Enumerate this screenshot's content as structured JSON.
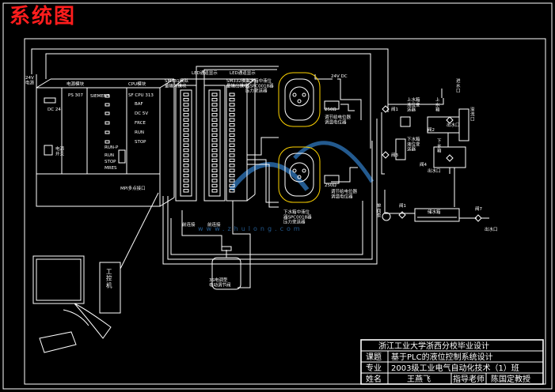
{
  "title": "系统图",
  "labels": {
    "power_24v": "24V\n电源",
    "power_module": "电源模块",
    "ps307": "PS 307",
    "dc24": "DC 24",
    "siemens": "SIEMENS",
    "cpu_module": "CPU模块",
    "cpu313": "SF CPU 313",
    "baf": "BAF",
    "dc5v": "DC 5V",
    "frce": "FRCE",
    "run": "RUN",
    "stop": "STOP",
    "runp": "RUN-P",
    "run2": "RUN",
    "stop2": "STOP",
    "mres": "MRES",
    "power_switch": "电源\n开关",
    "mpi": "MPI多点接口",
    "sm331": "SM331模拟\n量输入模块",
    "led_a": "LED通道显示",
    "led_b": "LED通道显示",
    "sm332": "SM332模拟\n量输出模块",
    "bus1": "前连接",
    "bus2": "前连接",
    "dc24v": "24V DC",
    "upper_sensor": "上水箱中液位\n器SPC0018器\n压力变送器",
    "lower_sensor": "下水箱中液位\n器SPC0018器\n压力变送器",
    "upper_meter": "调节给电位器\n调温电位器",
    "lower_meter": "调节给电位器\n调温电位器",
    "r250a": "250Ω",
    "r250b": "250Ω",
    "valve1": "阀1",
    "valve2": "阀2",
    "valve3": "阀3",
    "valve4": "阀4",
    "inlet": "进\n水\n口",
    "upper_tank": "上\n水\n箱",
    "lower_tank": "下\n水\n箱",
    "upper_gauge": "上水箱\n液位变\n送器",
    "lower_gauge": "下水箱\n液位变\n送器",
    "overflow": "溢\n流\n口",
    "outlet_a": "出水口",
    "outlet_b": "出水口",
    "pump": "单\n向\n泵",
    "valve_pump": "阀1",
    "storage_tank": "储水箱",
    "drain": "阀7",
    "drain_outlet": "出水口",
    "ipc": "工\n控\n机",
    "regulator": "3S电调型\n电动调节阀",
    "watermark": "www.zhulong.com"
  },
  "title_block": {
    "school": "浙江工业大学浙西分校毕业设计",
    "topic_label": "课题",
    "topic": "基于PLC的液位控制系统设计",
    "major_label": "专业",
    "major": "2003级工业电气自动化技术（1）班",
    "name_label": "姓名",
    "name": "王燕飞",
    "advisor_label": "指导老师",
    "advisor": "陈国定教授"
  },
  "colors": {
    "background": "#000000",
    "line": "#ffffff",
    "title": "#ff1d1d",
    "accent": "#ffd400"
  }
}
